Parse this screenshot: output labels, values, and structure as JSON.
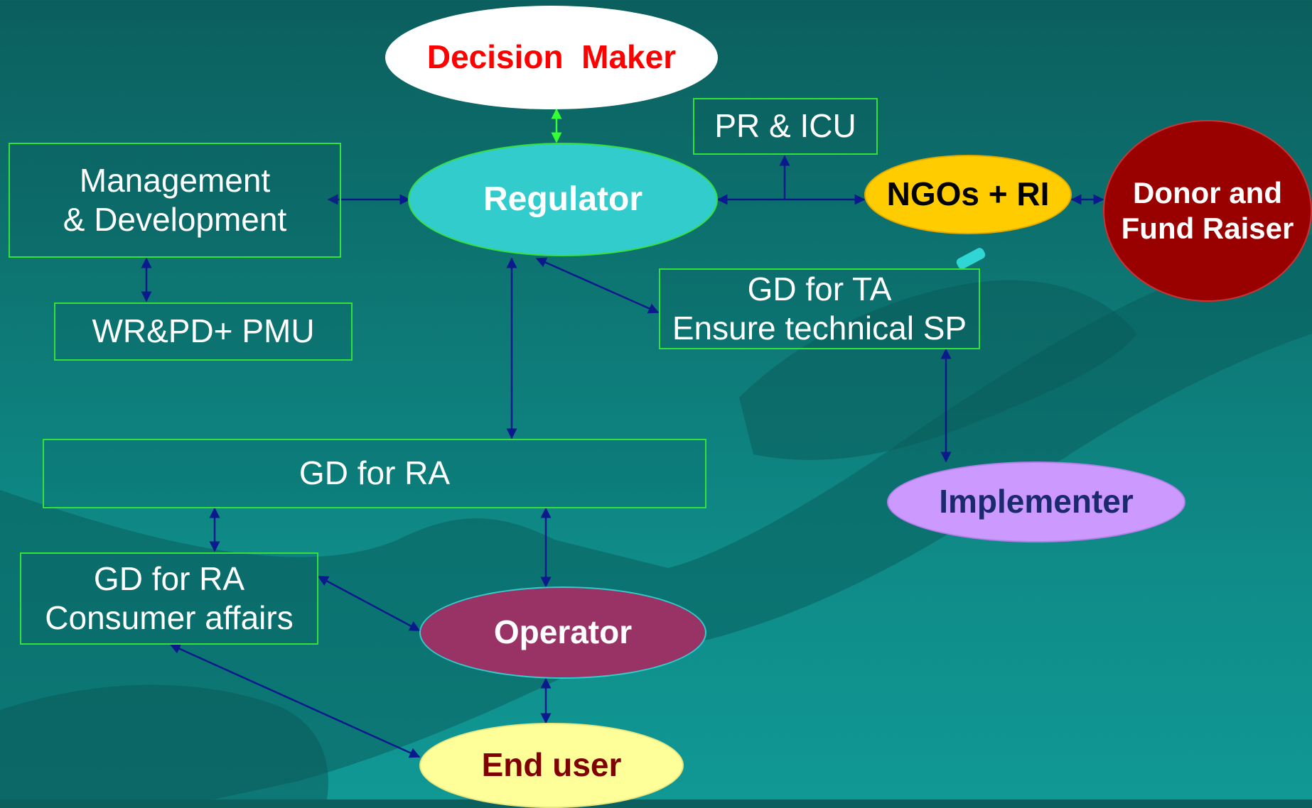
{
  "nodes": {
    "decision_maker": "Decision  Maker",
    "regulator": "Regulator",
    "pr_icu": "PR & ICU",
    "ngos_ri": "NGOs + RI",
    "donor": [
      "Donor and",
      "Fund Raiser"
    ],
    "management": [
      "Management",
      "& Development"
    ],
    "wrpd_pmu": "WR&PD+ PMU",
    "gd_ta": [
      "GD for TA",
      "Ensure technical SP"
    ],
    "gd_ra": "GD for RA",
    "implementer": "Implementer",
    "gd_ra_consumer": [
      "GD for RA",
      "Consumer affairs"
    ],
    "operator": "Operator",
    "end_user": "End user"
  },
  "colors": {
    "decision_maker_fill": "#ffffff",
    "decision_maker_text": "#ff0000",
    "regulator_fill": "#33cccc",
    "ngos_fill": "#ffcc00",
    "donor_fill": "#990000",
    "operator_fill": "#993366",
    "end_user_fill": "#ffff99",
    "end_user_text": "#800000",
    "implementer_fill": "#cc99ff",
    "implementer_text": "#1a2a6c",
    "box_border": "#35e03a",
    "connector": "#0a1a8c",
    "connector_top": "#33ff33"
  }
}
